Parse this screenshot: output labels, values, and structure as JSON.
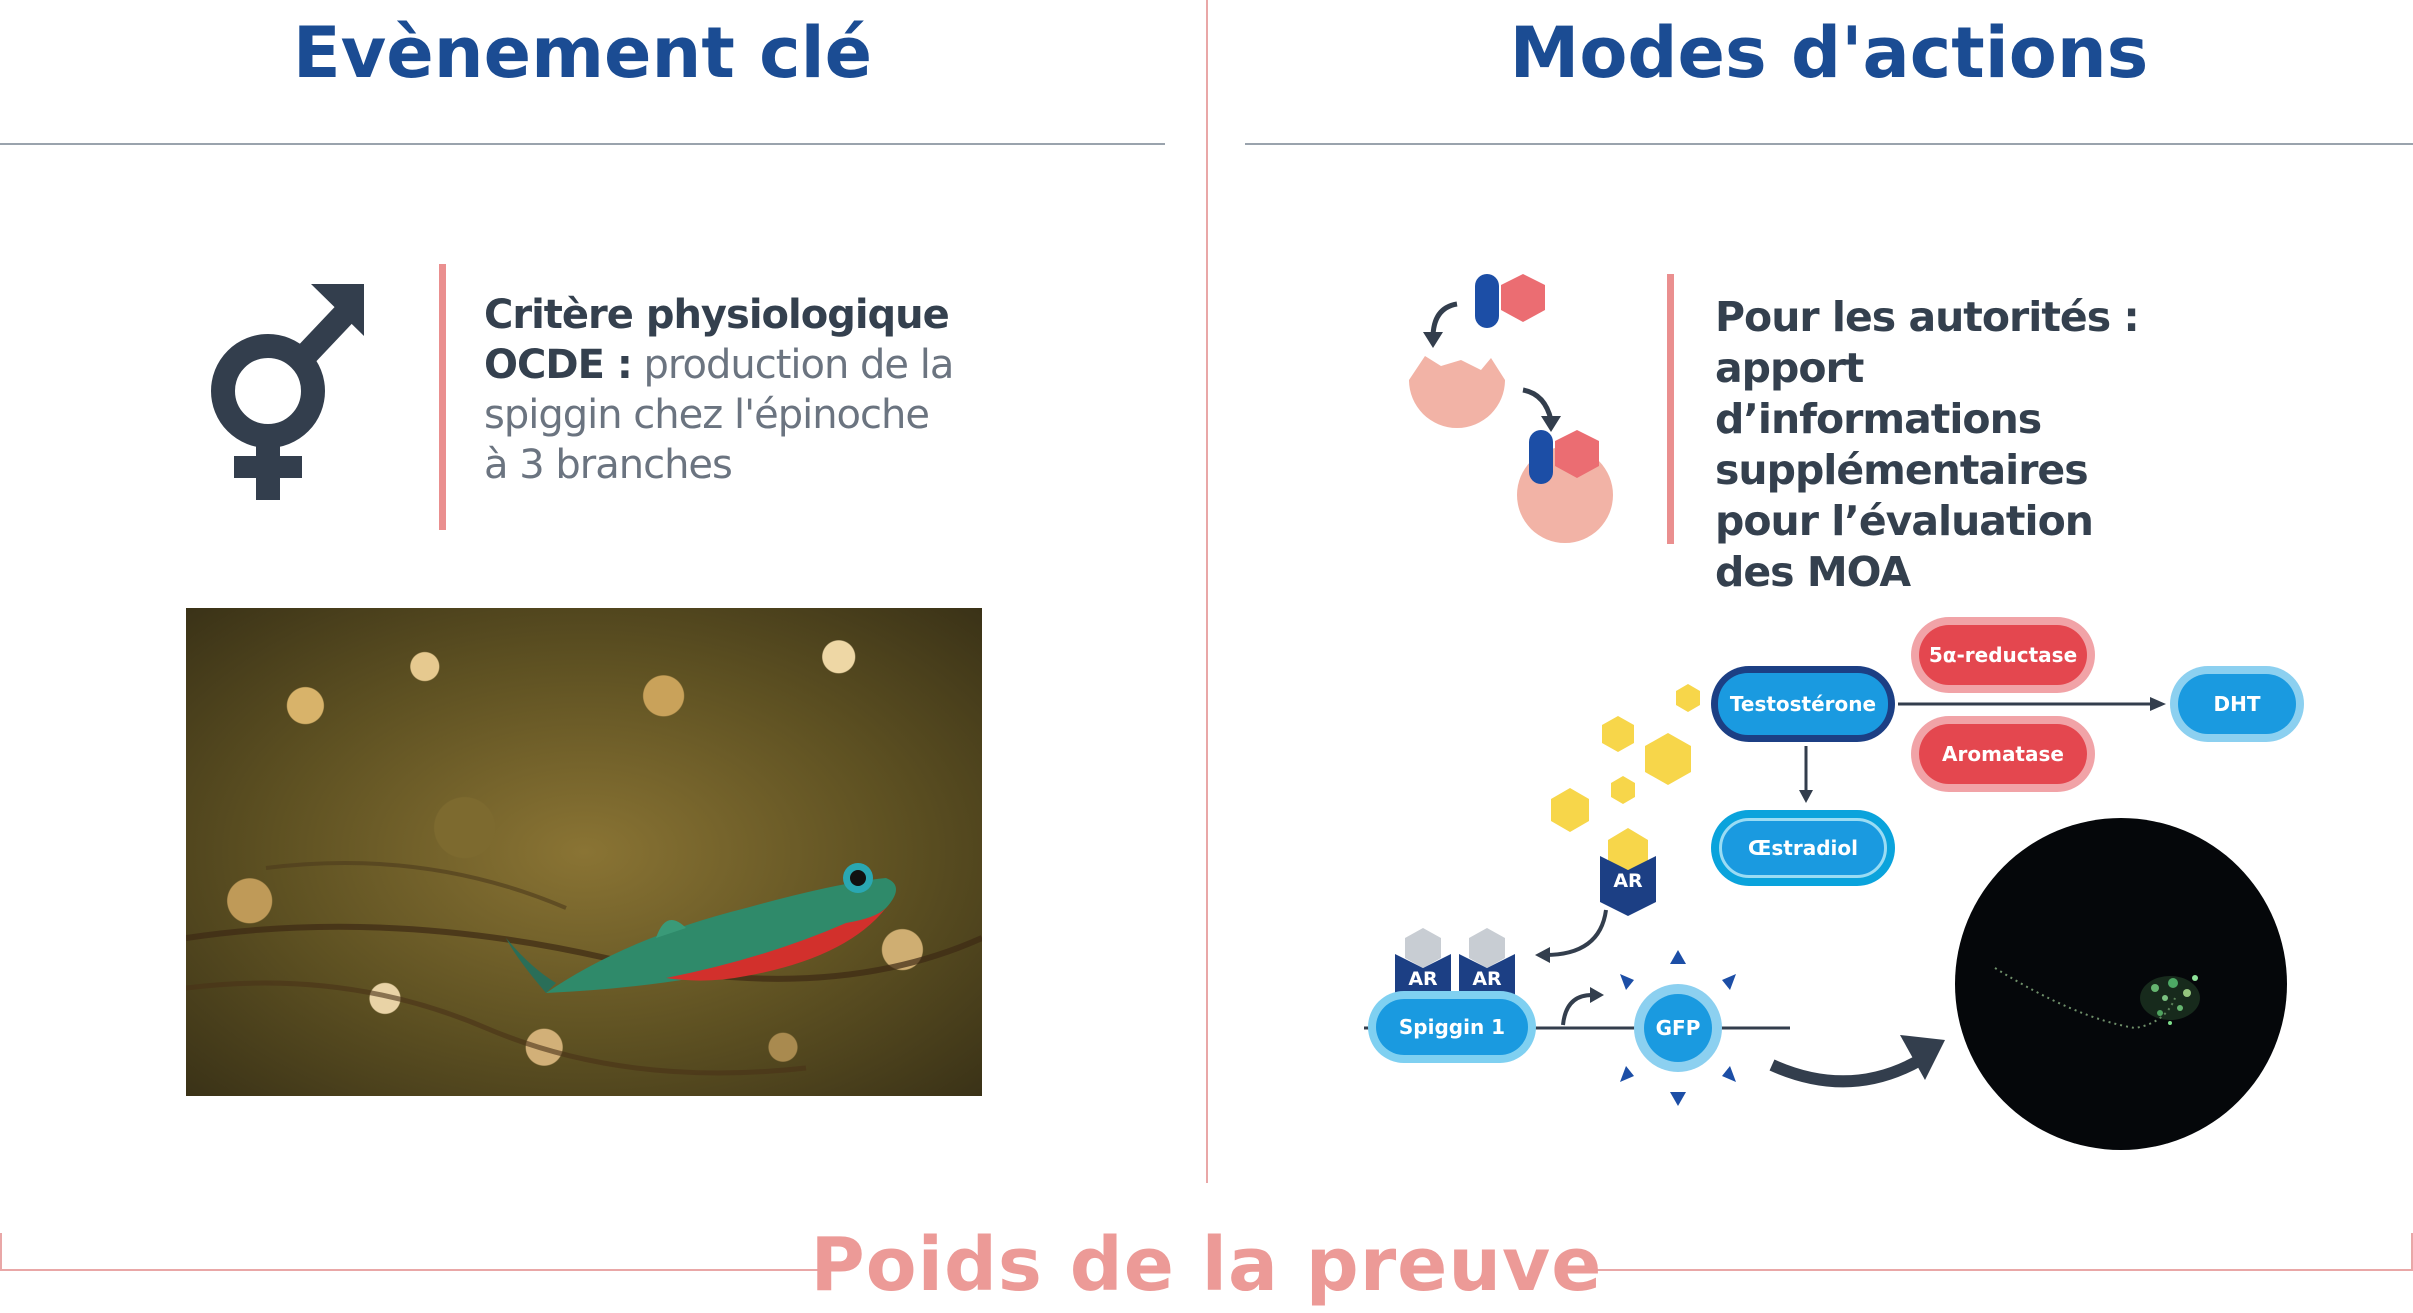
{
  "left_panel": {
    "title": "Evènement clé",
    "text_bold": "Critère physiologique OCDE :",
    "text_light": "production de la spiggin chez l'épinoche à 3 branches",
    "icon": "male-female-symbol-icon",
    "photo": "three-spined-stickleback-photo"
  },
  "right_panel": {
    "title": "Modes d'actions",
    "text": "Pour les autorités : apport d’informations supplémentaires pour l’évaluation des MOA",
    "icon": "receptor-binding-icon",
    "pathway": {
      "testosterone": "Testostérone",
      "reductase": "5α-reductase",
      "aromatase": "Aromatase",
      "dht": "DHT",
      "estradiol": "Œstradiol",
      "ar": "AR",
      "spiggin": "Spiggin 1",
      "gfp": "GFP"
    }
  },
  "footer": {
    "title": "Poids de la preuve"
  },
  "colors": {
    "title_blue": "#1b4c93",
    "accent_pink": "#ea8f8f",
    "dark_navy": "#1c3f84",
    "light_blue": "#1a9ae0",
    "red": "#e4474f",
    "yellow": "#f7d64a"
  }
}
